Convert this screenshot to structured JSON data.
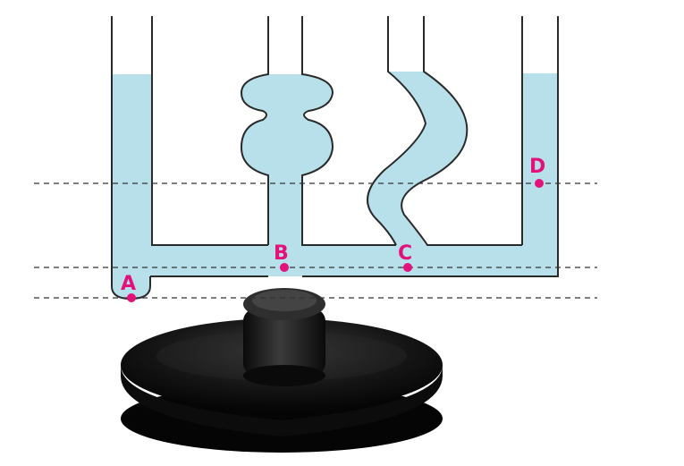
{
  "colors": {
    "liquid": "#b7e0ea",
    "tube_wall": "#2a2a2a",
    "dashed_line": "#333333",
    "marker": "#e2127a",
    "base": "#151515"
  },
  "points": {
    "a": {
      "label": "A"
    },
    "b": {
      "label": "B"
    },
    "c": {
      "label": "C"
    },
    "d": {
      "label": "D"
    }
  }
}
